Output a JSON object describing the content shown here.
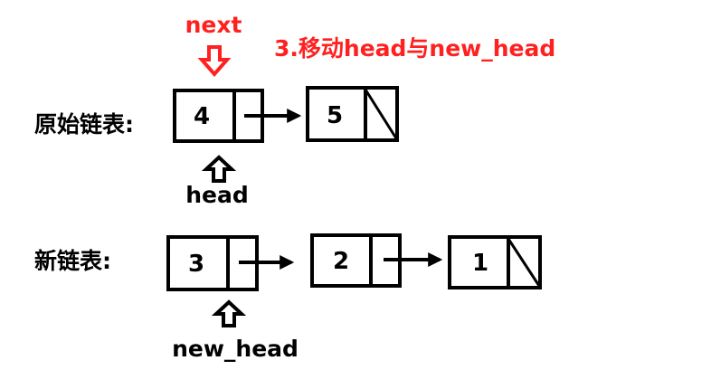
{
  "step_title": "3.移动head与new_head",
  "original_list": {
    "label": "原始链表:",
    "nodes": [
      {
        "value": "4",
        "next_null": false
      },
      {
        "value": "5",
        "next_null": true
      }
    ]
  },
  "new_list": {
    "label": "新链表:",
    "nodes": [
      {
        "value": "3",
        "next_null": false
      },
      {
        "value": "2",
        "next_null": false
      },
      {
        "value": "1",
        "next_null": true
      }
    ]
  },
  "pointers": {
    "next": "next",
    "head": "head",
    "new_head": "new_head"
  },
  "colors": {
    "highlight": "#ff2020",
    "ink": "#000000"
  }
}
